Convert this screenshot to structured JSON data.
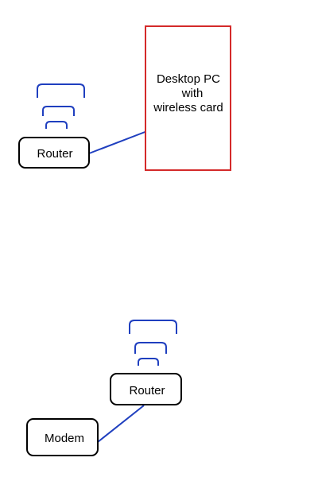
{
  "colors": {
    "connection_line": "#1f3fbf",
    "wireless_signal": "#1f3fbf",
    "pc_border": "#d42a2a",
    "node_border": "#000000",
    "background": "#ffffff"
  },
  "top_setup": {
    "router": {
      "label": "Router"
    },
    "desktop_pc": {
      "label_lines": [
        "Desktop PC",
        "with",
        "wireless card"
      ]
    }
  },
  "bottom_setup": {
    "router": {
      "label": "Router"
    },
    "modem": {
      "label": "Modem"
    }
  },
  "icons": {
    "wireless_signal": "wifi-signal-icon"
  }
}
